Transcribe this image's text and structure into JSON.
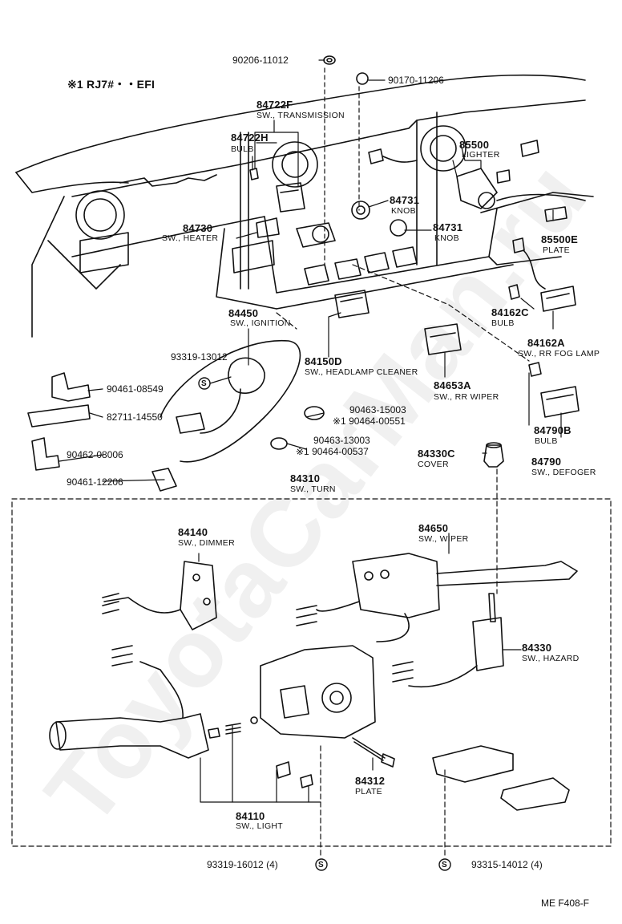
{
  "note": "※1 RJ7#・・EFI",
  "code": "ME F408-F",
  "watermark": "ToyotaCarMan.ru",
  "parts": {
    "p90206": "90206-11012",
    "p90170": "90170-11206",
    "p84722F": {
      "num": "84722F",
      "name": "SW., TRANSMISSION"
    },
    "p84722H": {
      "num": "84722H",
      "name": "BULB"
    },
    "p85500": {
      "num": "85500",
      "name": "LIGHTER"
    },
    "p84731a": {
      "num": "84731",
      "name": "KNOB"
    },
    "p84731b": {
      "num": "84731",
      "name": "KNOB"
    },
    "p84730": {
      "num": "84730",
      "name": "SW., HEATER"
    },
    "p85500E": {
      "num": "85500E",
      "name": "PLATE"
    },
    "p84162C": {
      "num": "84162C",
      "name": "BULB"
    },
    "p84162A": {
      "num": "84162A",
      "name": "SW., RR FOG LAMP"
    },
    "p84450": {
      "num": "84450",
      "name": "SW., IGNITION"
    },
    "p93319a": "93319-13012",
    "p84150D": {
      "num": "84150D",
      "name": "SW., HEADLAMP CLEANER"
    },
    "p84653A": {
      "num": "84653A",
      "name": "SW., RR WIPER"
    },
    "p90461a": "90461-08549",
    "p90463a": "90463-15003",
    "p90464a": "※1 90464-00551",
    "p82711": "82711-14550",
    "p90463b": "90463-13003",
    "p90464b": "※1 90464-00537",
    "p90462": "90462-08006",
    "p90461b": "90461-12206",
    "p84790B": {
      "num": "84790B",
      "name": "BULB"
    },
    "p84790": {
      "num": "84790",
      "name": "SW., DEFOGER"
    },
    "p84330C": {
      "num": "84330C",
      "name": "COVER"
    },
    "p84310": {
      "num": "84310",
      "name": "SW., TURN"
    },
    "p84140": {
      "num": "84140",
      "name": "SW., DIMMER"
    },
    "p84650": {
      "num": "84650",
      "name": "SW., WIPER"
    },
    "p84330": {
      "num": "84330",
      "name": "SW., HAZARD"
    },
    "p84312": {
      "num": "84312",
      "name": "PLATE"
    },
    "p84110": {
      "num": "84110",
      "name": "SW., LIGHT"
    },
    "p93319b": "93319-16012 (4)",
    "p93315": "93315-14012 (4)"
  },
  "symbols": {
    "s": "S",
    "s2": "S",
    "s3": "S"
  }
}
